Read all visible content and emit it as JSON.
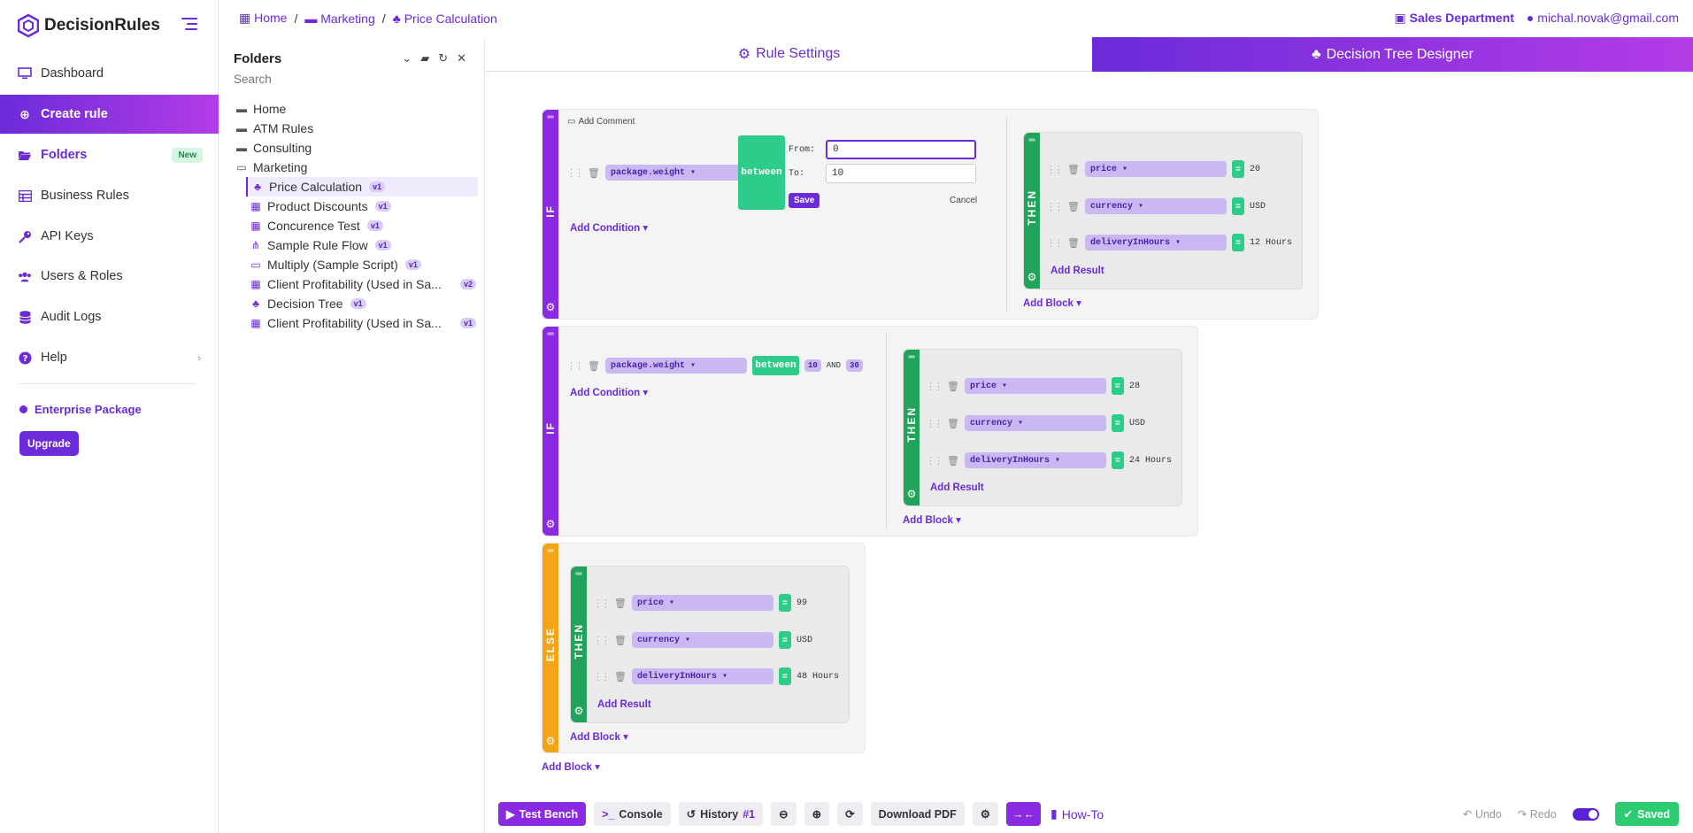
{
  "app": {
    "logo_text": "DecisionRules"
  },
  "nav": [
    {
      "label": "Dashboard",
      "icon": "monitor-icon"
    },
    {
      "label": "Create rule",
      "icon": "plus-circle-icon"
    },
    {
      "label": "Folders",
      "icon": "folder-open-icon",
      "badge": "New"
    },
    {
      "label": "Business Rules",
      "icon": "table-icon"
    },
    {
      "label": "API Keys",
      "icon": "key-icon"
    },
    {
      "label": "Users & Roles",
      "icon": "users-icon"
    },
    {
      "label": "Audit Logs",
      "icon": "database-icon"
    },
    {
      "label": "Help",
      "icon": "question-circle-icon"
    }
  ],
  "enterprise": {
    "label": "Enterprise Package",
    "upgrade": "Upgrade"
  },
  "folders": {
    "title": "Folders",
    "search_placeholder": "Search",
    "items": [
      {
        "label": "Home"
      },
      {
        "label": "ATM Rules"
      },
      {
        "label": "Consulting"
      },
      {
        "label": "Marketing"
      }
    ],
    "children": [
      {
        "label": "Price Calculation",
        "ver": "v1"
      },
      {
        "label": "Product Discounts",
        "ver": "v1"
      },
      {
        "label": "Concurence Test",
        "ver": "v1"
      },
      {
        "label": "Sample Rule Flow",
        "ver": "v1"
      },
      {
        "label": "Multiply (Sample Script)",
        "ver": "v1"
      },
      {
        "label": "Client Profitability (Used in Sa...",
        "ver": "v2"
      },
      {
        "label": "Decision Tree",
        "ver": "v1"
      },
      {
        "label": "Client Profitability (Used in Sa...",
        "ver": "v1"
      }
    ]
  },
  "breadcrumb": [
    "Home",
    "Marketing",
    "Price Calculation"
  ],
  "header": {
    "department": "Sales Department",
    "user": "michal.novak@gmail.com"
  },
  "tabs": {
    "settings": "Rule Settings",
    "designer": "Decision Tree Designer"
  },
  "tree": {
    "if_label": "IF",
    "else_label": "ELSE",
    "then_label": "THEN",
    "add_comment": "Add Comment",
    "add_condition": "Add Condition",
    "add_result": "Add Result",
    "add_block": "Add Block",
    "blocks": [
      {
        "condition": {
          "field": "package.weight",
          "op": "between",
          "from_label": "From:",
          "from": "0",
          "to_label": "To:",
          "to": "10",
          "save": "Save",
          "cancel": "Cancel"
        },
        "results": [
          {
            "field": "price",
            "op": "=",
            "value": "20"
          },
          {
            "field": "currency",
            "op": "=",
            "value": "USD"
          },
          {
            "field": "deliveryInHours",
            "op": "=",
            "value": "12 Hours"
          }
        ]
      },
      {
        "condition": {
          "field": "package.weight",
          "op": "between",
          "from": "10",
          "and": "AND",
          "to": "30"
        },
        "results": [
          {
            "field": "price",
            "op": "=",
            "value": "28"
          },
          {
            "field": "currency",
            "op": "=",
            "value": "USD"
          },
          {
            "field": "deliveryInHours",
            "op": "=",
            "value": "24 Hours"
          }
        ]
      },
      {
        "results": [
          {
            "field": "price",
            "op": "=",
            "value": "99"
          },
          {
            "field": "currency",
            "op": "=",
            "value": "USD"
          },
          {
            "field": "deliveryInHours",
            "op": "=",
            "value": "48 Hours"
          }
        ]
      }
    ]
  },
  "toolbar": {
    "test_bench": "Test Bench",
    "console": "Console",
    "history": "History",
    "history_num": "#1",
    "download_pdf": "Download PDF",
    "how_to": "How-To",
    "undo": "Undo",
    "redo": "Redo",
    "saved": "Saved"
  },
  "colors": {
    "accent": "#6b2bd9",
    "gradient_end": "#b43ce6",
    "green": "#2ecc8a",
    "else": "#f4a416"
  }
}
